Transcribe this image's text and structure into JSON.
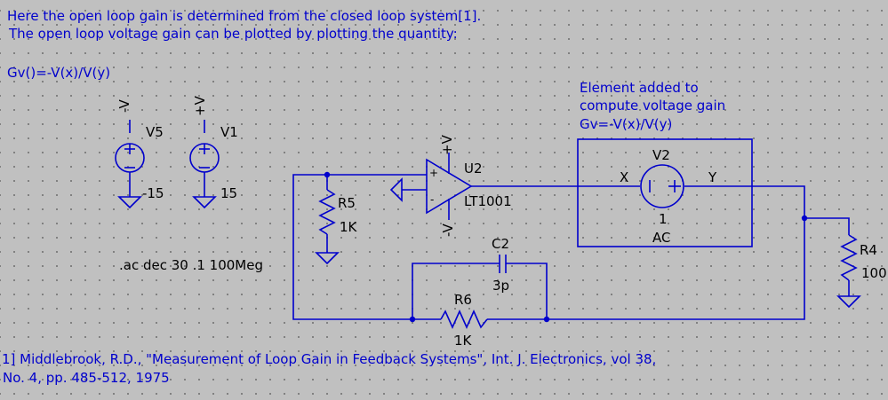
{
  "comment": {
    "line1": "Here the open loop gain is determined from the closed loop system[1].",
    "line2": "The open loop voltage gain can be plotted by plotting the quantity:",
    "formula": "Gv()=-V(x)/V(y)"
  },
  "annotation": {
    "line1": "Element added to",
    "line2": "compute voltage gain",
    "line3": "Gv=-V(x)/V(y)"
  },
  "reference": {
    "line1": "1] Middlebrook, R.D., \"Measurement of Loop Gain in Feedback Systems\", Int. J. Electronics, vol 38,",
    "line2": "No. 4, pp. 485-512, 1975"
  },
  "directive": ".ac dec 30 .1 100Meg",
  "sources": [
    {
      "name": "V5",
      "net": "-V",
      "value": "-15"
    },
    {
      "name": "V1",
      "net": "+V",
      "value": "15"
    }
  ],
  "opamp": {
    "name": "U2",
    "model": "LT1001",
    "top_net": "+V",
    "bottom_net": "-V",
    "plus": "+",
    "minus": "-"
  },
  "test_source": {
    "name": "V2",
    "dc": "1",
    "ac": "AC",
    "node_left": "X",
    "node_right": "Y"
  },
  "components": {
    "r5": {
      "name": "R5",
      "value": "1K"
    },
    "r6": {
      "name": "R6",
      "value": "1K"
    },
    "c2": {
      "name": "C2",
      "value": "3p"
    },
    "r4": {
      "name": "R4",
      "value": "100"
    }
  },
  "colors": {
    "background": "#c0c0c0",
    "wire": "#0000cc",
    "text": "#000000",
    "comment_text": "#0000cc"
  }
}
